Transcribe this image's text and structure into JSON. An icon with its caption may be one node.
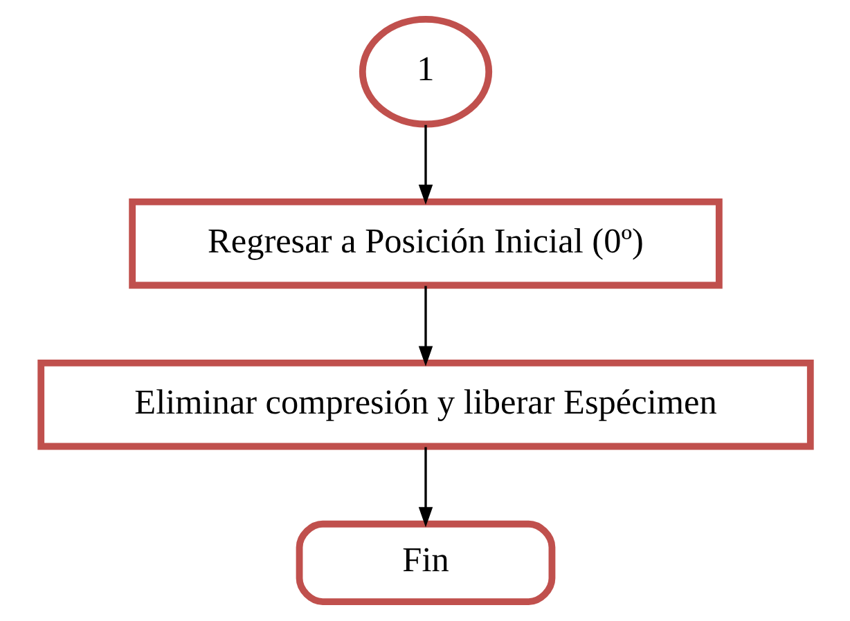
{
  "diagram": {
    "nodes": [
      {
        "text": [
          "1"
        ]
      },
      {
        "text": [
          "Regresar a Posición Inicial (0º)"
        ]
      },
      {
        "text": [
          "Eliminar compresión y liberar Espécimen"
        ]
      },
      {
        "text": [
          "Fin"
        ]
      }
    ],
    "edges": [
      {
        "from": 0,
        "to": 1,
        "arrow": "to"
      },
      {
        "from": 1,
        "to": 2,
        "arrow": "to"
      },
      {
        "from": 2,
        "to": 3,
        "arrow": "to"
      }
    ]
  }
}
